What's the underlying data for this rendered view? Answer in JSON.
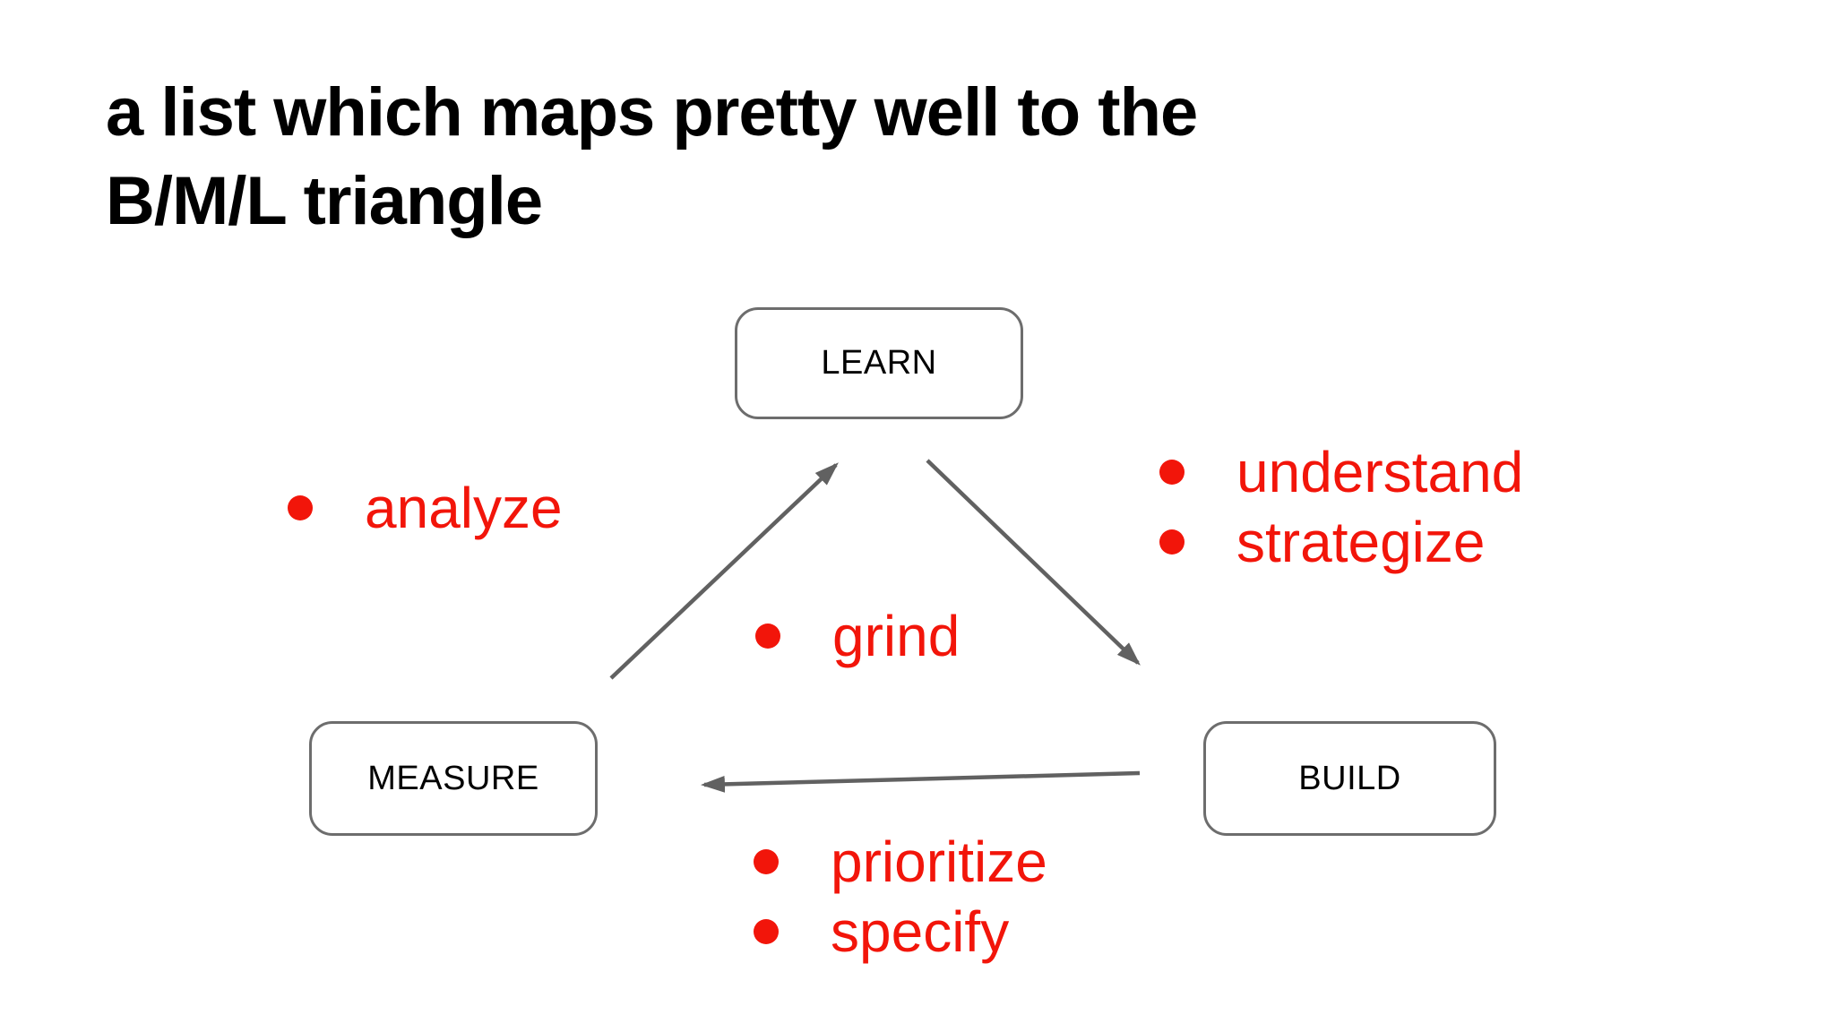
{
  "slide": {
    "title": {
      "line1": "a list which maps pretty well to the",
      "line2": "B/M/L triangle"
    },
    "diagram": {
      "nodes": [
        {
          "id": "learn",
          "label": "LEARN"
        },
        {
          "id": "measure",
          "label": "MEASURE"
        },
        {
          "id": "build",
          "label": "BUILD"
        }
      ],
      "edges": [
        {
          "from": "measure",
          "to": "learn"
        },
        {
          "from": "learn",
          "to": "build"
        },
        {
          "from": "build",
          "to": "measure"
        }
      ]
    },
    "bullets": {
      "measure_to_learn": {
        "items": [
          "analyze"
        ]
      },
      "learn_to_build": {
        "items": [
          "understand",
          "strategize"
        ]
      },
      "center": {
        "items": [
          "grind"
        ]
      },
      "build_to_measure": {
        "items": [
          "prioritize",
          "specify"
        ]
      }
    },
    "colors": {
      "bullet_red": "#f2150a",
      "arrow_gray": "#616161",
      "node_border_gray": "#6d6d6d",
      "title_black": "#000000",
      "background": "#ffffff"
    }
  }
}
